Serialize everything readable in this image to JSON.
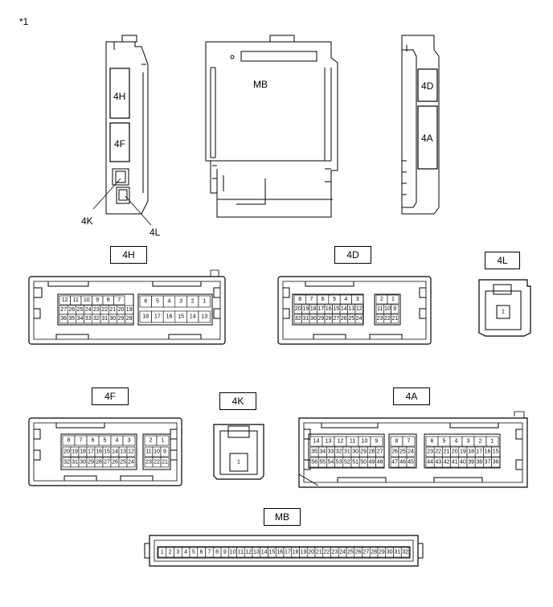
{
  "note": "*1",
  "views": {
    "left_labels": [
      "4H",
      "4F",
      "4K",
      "4L"
    ],
    "center_label": "MB",
    "right_labels": [
      "4D",
      "4A"
    ]
  },
  "connectors": {
    "4H": {
      "label": "4H",
      "row1_a": [
        "12",
        "11",
        "10",
        "9",
        "8",
        "7"
      ],
      "row2_a": [
        "27",
        "26",
        "25",
        "24",
        "23",
        "22",
        "21",
        "20",
        "19"
      ],
      "row3_a": [
        "36",
        "35",
        "34",
        "33",
        "32",
        "31",
        "30",
        "29",
        "28"
      ],
      "row1_b": [
        "6",
        "5",
        "4",
        "3",
        "2",
        "1"
      ],
      "row2_b": [
        "18",
        "17",
        "16",
        "15",
        "14",
        "13"
      ]
    },
    "4D": {
      "label": "4D",
      "row1_a": [
        "8",
        "7",
        "6",
        "5",
        "4",
        "3"
      ],
      "row2_a": [
        "20",
        "19",
        "18",
        "17",
        "16",
        "15",
        "14",
        "13",
        "12"
      ],
      "row3_a": [
        "32",
        "31",
        "30",
        "29",
        "28",
        "27",
        "26",
        "25",
        "24"
      ],
      "row1_b": [
        "2",
        "1"
      ],
      "row2_b": [
        "11",
        "10",
        "9"
      ],
      "row3_b": [
        "23",
        "22",
        "21"
      ]
    },
    "4L": {
      "label": "4L",
      "pins": [
        "1"
      ]
    },
    "4F": {
      "label": "4F",
      "row1_a": [
        "8",
        "7",
        "6",
        "5",
        "4",
        "3"
      ],
      "row2_a": [
        "20",
        "19",
        "18",
        "17",
        "16",
        "15",
        "14",
        "13",
        "12"
      ],
      "row3_a": [
        "32",
        "31",
        "30",
        "29",
        "28",
        "27",
        "26",
        "25",
        "24"
      ],
      "row1_b": [
        "2",
        "1"
      ],
      "row2_b": [
        "11",
        "10",
        "9"
      ],
      "row3_b": [
        "23",
        "22",
        "21"
      ]
    },
    "4K": {
      "label": "4K",
      "pins": [
        "1"
      ]
    },
    "4A": {
      "label": "4A",
      "row1_a": [
        "14",
        "13",
        "12",
        "11",
        "10",
        "9"
      ],
      "row2_a": [
        "35",
        "34",
        "33",
        "32",
        "31",
        "30",
        "29",
        "28",
        "27"
      ],
      "row3_a": [
        "56",
        "55",
        "54",
        "53",
        "52",
        "51",
        "50",
        "49",
        "48"
      ],
      "row1_b": [
        "8",
        "7"
      ],
      "row2_b": [
        "26",
        "25",
        "24"
      ],
      "row3_b": [
        "47",
        "46",
        "45"
      ],
      "row1_c": [
        "6",
        "5",
        "4",
        "3",
        "2",
        "1"
      ],
      "row2_c": [
        "23",
        "22",
        "21",
        "20",
        "19",
        "18",
        "17",
        "16",
        "15"
      ],
      "row3_c": [
        "44",
        "43",
        "42",
        "41",
        "40",
        "39",
        "38",
        "37",
        "36"
      ]
    },
    "MB": {
      "label": "MB",
      "pins": [
        "1",
        "2",
        "3",
        "4",
        "5",
        "6",
        "7",
        "8",
        "9",
        "10",
        "11",
        "12",
        "13",
        "14",
        "15",
        "16",
        "17",
        "18",
        "19",
        "20",
        "21",
        "22",
        "23",
        "24",
        "25",
        "26",
        "27",
        "28",
        "29",
        "30",
        "31",
        "32"
      ]
    }
  }
}
